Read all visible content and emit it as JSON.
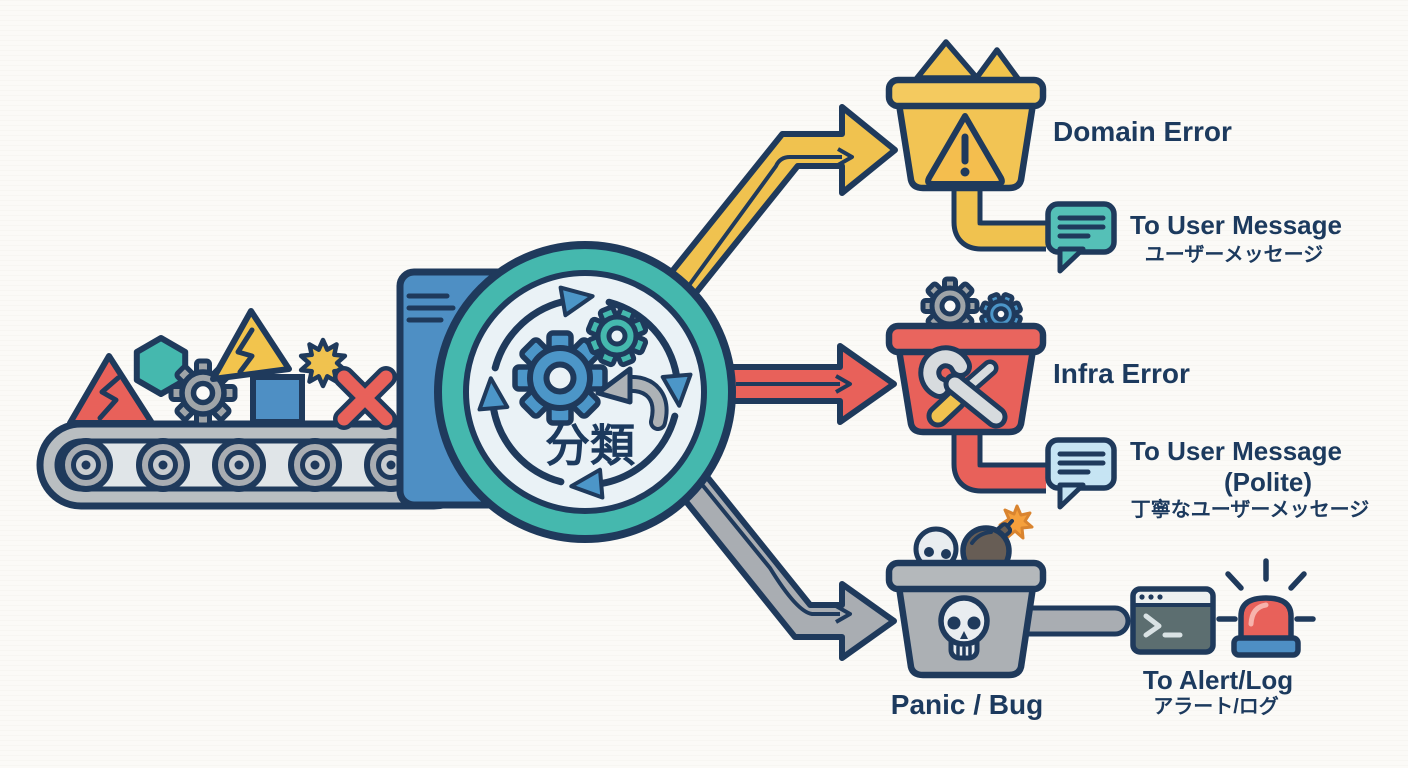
{
  "classifier": {
    "label": "分類"
  },
  "branches": {
    "domain": {
      "title": "Domain Error",
      "output": "To User Message",
      "output_ja": "ユーザーメッセージ"
    },
    "infra": {
      "title": "Infra Error",
      "output": "To User Message",
      "output_suffix": "(Polite)",
      "output_ja": "丁寧なユーザーメッセージ"
    },
    "panic": {
      "title": "Panic / Bug",
      "output": "To Alert/Log",
      "output_ja": "アラート/ログ"
    }
  },
  "icons": {
    "input": "conveyor-belt-with-shapes",
    "classifier": "magnifier-with-gears-cycle",
    "domain_bucket": "warning-triangle",
    "domain_output": "speech-bubble",
    "infra_bucket": "wrench-screwdriver",
    "infra_output": "speech-bubble",
    "panic_bucket": "skull-and-bomb",
    "panic_output_terminal": "terminal-window",
    "panic_output_siren": "alarm-siren"
  },
  "colors": {
    "outline": "#1F3A5C",
    "text": "#1C3A5E",
    "yellow": "#F0C24F",
    "red": "#E8615A",
    "teal": "#45B8AE",
    "blue": "#4E8FC4",
    "gray": "#A9ADB2",
    "bubble_teal": "#55C0B7",
    "bubble_light_blue": "#C6E4F3",
    "terminal_body": "#5C6E70",
    "background": "#FBFAF7"
  }
}
